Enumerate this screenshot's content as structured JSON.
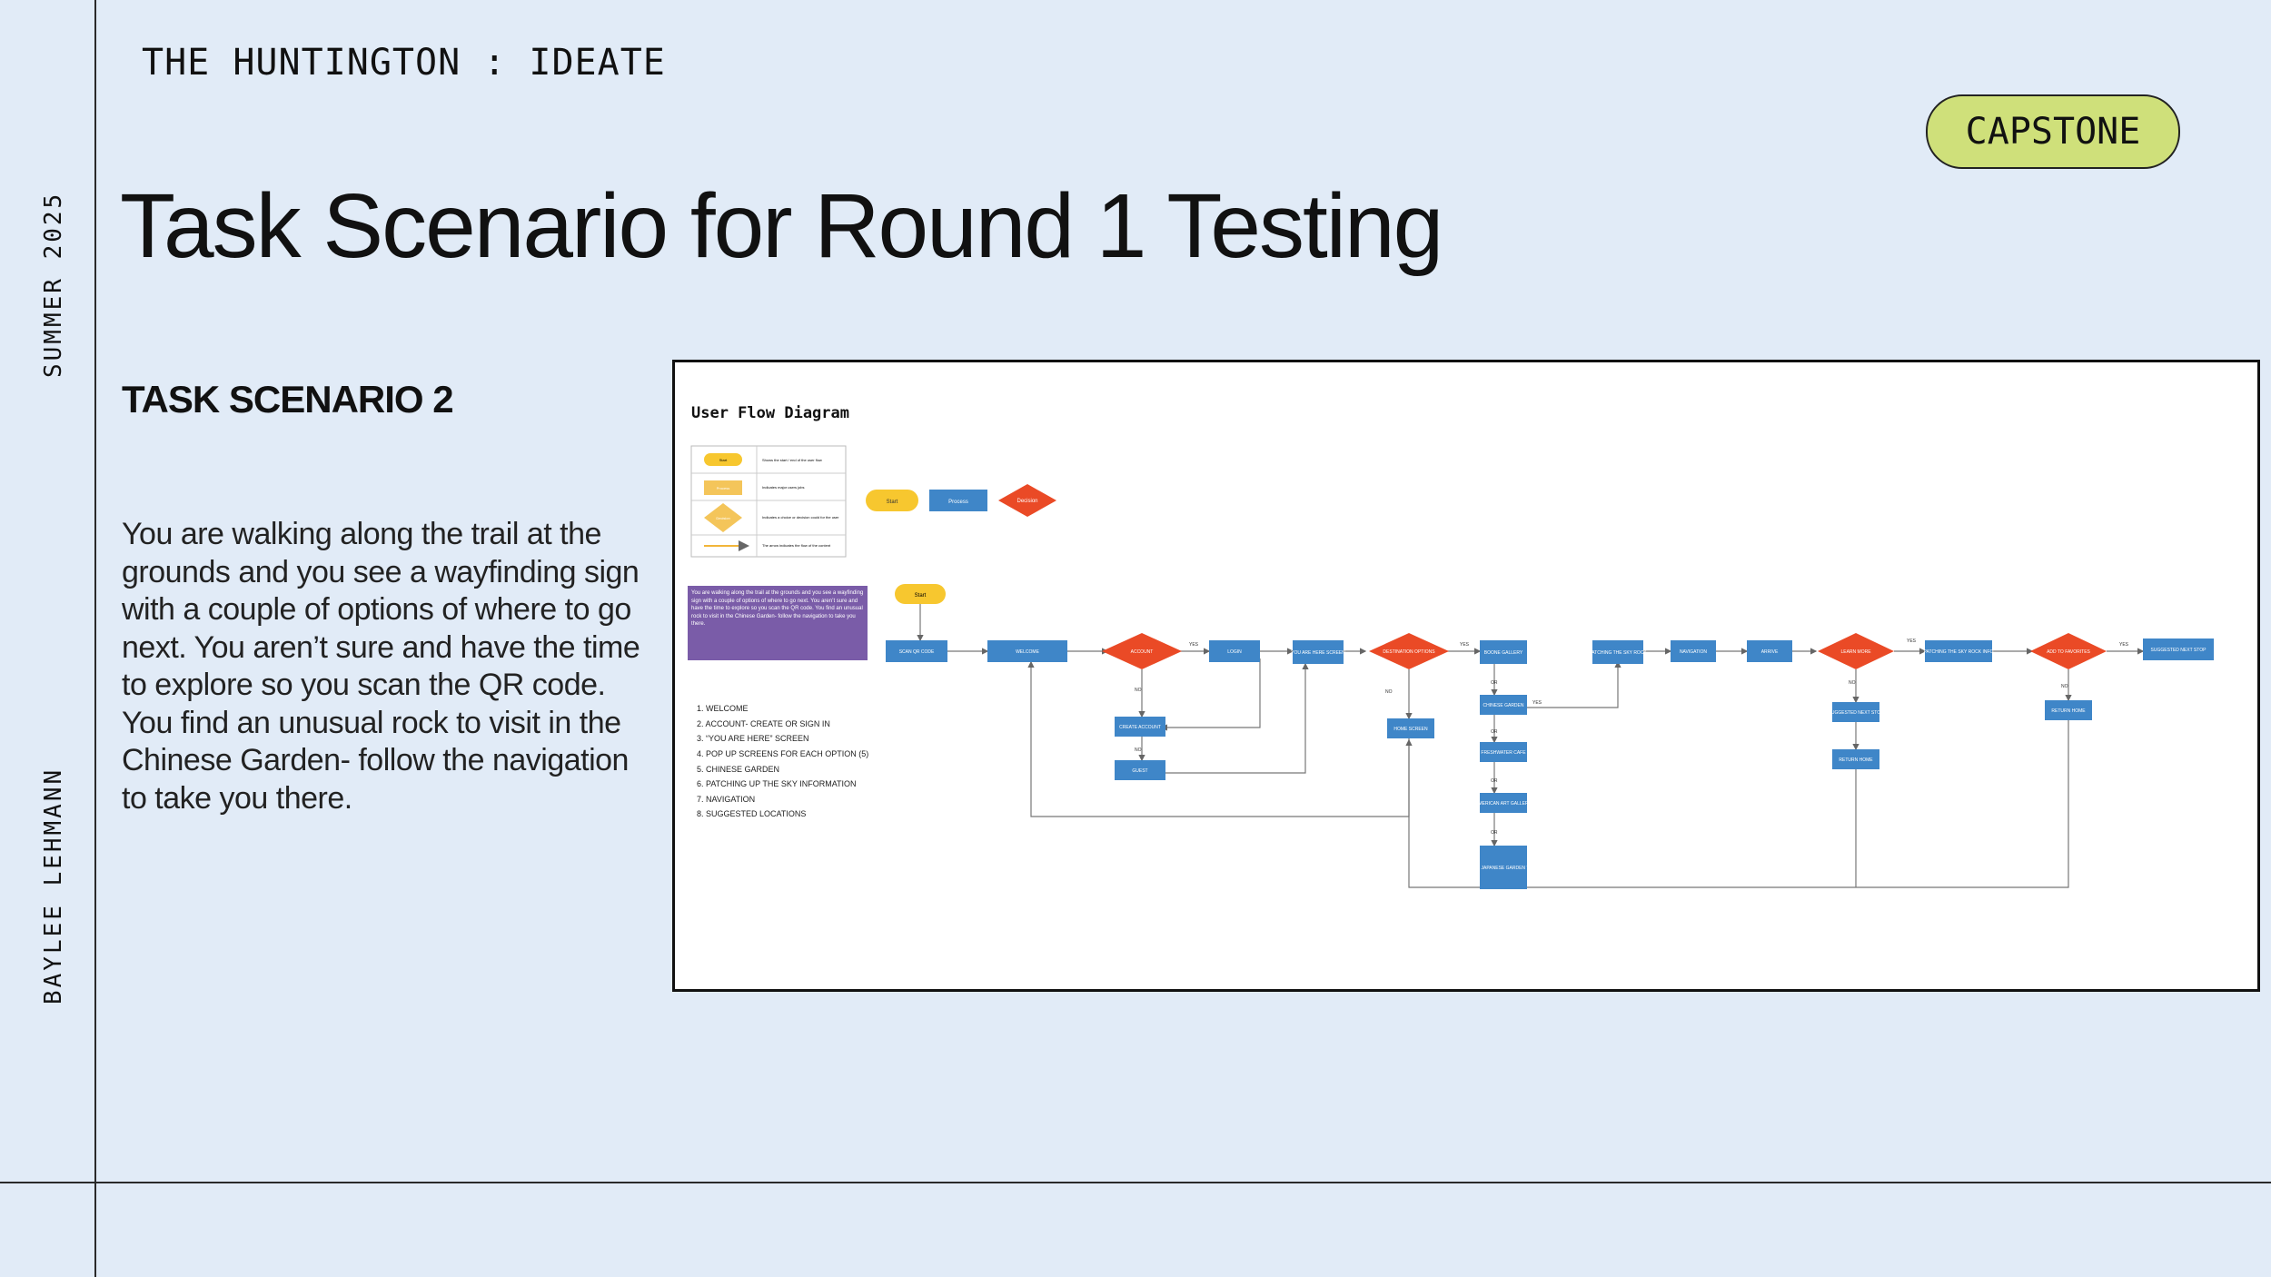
{
  "header": "THE HUNTINGTON : IDEATE",
  "badge": "CAPSTONE",
  "sidebar_top": "SUMMER 2025",
  "sidebar_bottom": "BAYLEE LEHMANN",
  "title": "Task Scenario for Round 1 Testing",
  "scenario_title": "TASK SCENARIO 2",
  "scenario_body": "You are walking along the trail at the grounds and you see a wayfinding sign with a couple of options of where to go next.  You aren’t sure and have the time to explore so you scan the QR code.  You find an unusual rock to visit in the Chinese Garden- follow the navigation to take you there.",
  "diagram": {
    "title": "User Flow Diagram",
    "legend": [
      {
        "shape": "Start",
        "desc": "Shows the start / end of the user flow"
      },
      {
        "shape": "Process",
        "desc": "Indicates major users jobs"
      },
      {
        "shape": "Decision",
        "desc": "Indicates a choice or decision could for the user"
      },
      {
        "shape": "",
        "desc": "The arrow indicates the flow of the content"
      }
    ],
    "key": [
      "Start",
      "Process",
      "Decision"
    ],
    "scenario_note": "You are walking along the trail at the grounds and you see a wayfinding sign with a couple of options of where to go next.  You aren’t sure and have the time to explore so you scan the QR code.  You find an unusual rock to visit in the Chinese Garden- follow the navigation to take you there.",
    "steps": [
      "1. WELCOME",
      "2. ACCOUNT- CREATE OR SIGN IN",
      "3. “YOU ARE HERE” SCREEN",
      "4. POP UP SCREENS FOR EACH OPTION (5)",
      "5. CHINESE GARDEN",
      "6. PATCHING UP THE SKY INFORMATION",
      "7. NAVIGATION",
      "8. SUGGESTED LOCATIONS"
    ],
    "nodes": {
      "start": "Start",
      "scan": "SCAN QR CODE",
      "welcome": "WELCOME",
      "account": "ACCOUNT",
      "login": "LOGIN",
      "create": "CREATE ACCOUNT",
      "guest": "GUEST",
      "here": "YOU ARE HERE SCREEN",
      "dest": "DESTINATION OPTIONS",
      "home": "HOME SCREEN",
      "boone": "BOONE GALLERY",
      "chinese": "CHINESE GARDEN",
      "cafe": "FRESHWATER CAFE",
      "american": "AMERICAN ART GALLERY",
      "rose": "ROSE AND JAPANESE GARDEN TEA ROOM",
      "patching": "PATCHING THE SKY ROCK",
      "navigation": "NAVIGATION",
      "arrive": "ARRIVE",
      "learn": "LEARN MORE",
      "suggested": "SUGGESTED NEXT STOP",
      "return1": "RETURN HOME",
      "patchinfo": "PATCHING THE SKY ROCK INFO",
      "fav": "ADD TO FAVORITES",
      "return2": "RETURN HOME",
      "nextstop": "SUGGESTED NEXT STOP"
    },
    "labels": {
      "yes": "YES",
      "no": "NO",
      "or": "OR"
    },
    "colors": {
      "start": "#f7c72f",
      "process": "#3f86c8",
      "decision": "#ea4a26",
      "note": "#7a5ca8"
    }
  }
}
